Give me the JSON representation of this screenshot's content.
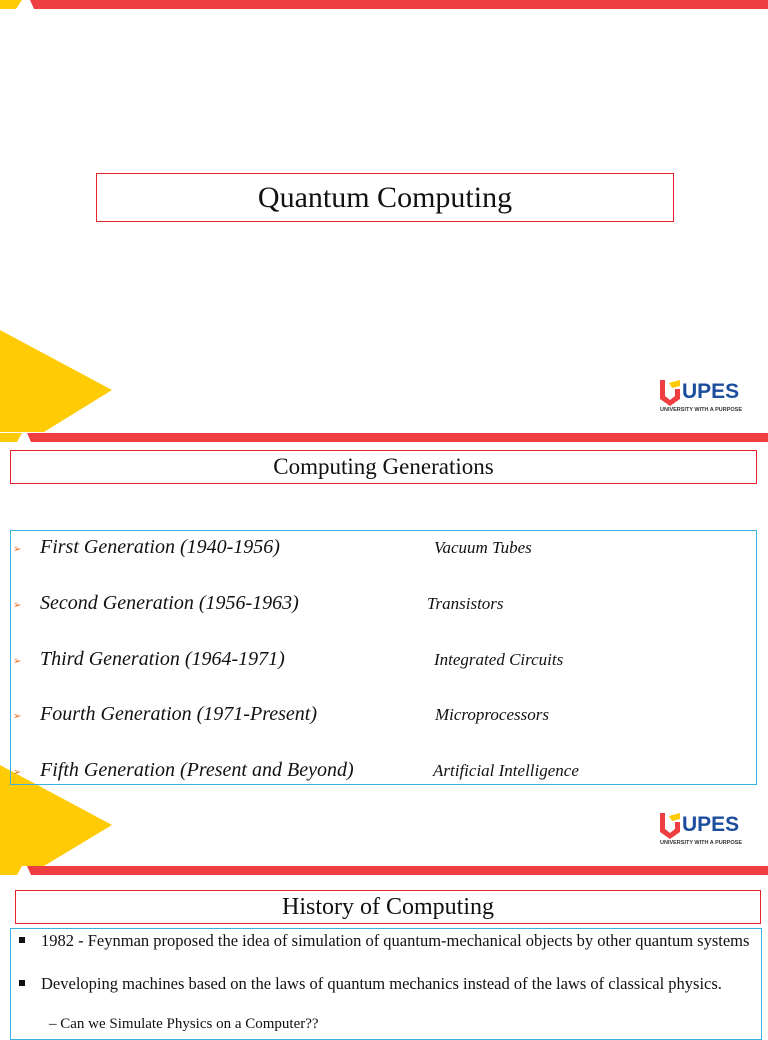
{
  "slides": [
    {
      "title": "Quantum Computing"
    },
    {
      "title": "Computing Generations",
      "generations": [
        {
          "name": "First Generation (1940-1956)",
          "tech": "Vacuum Tubes"
        },
        {
          "name": "Second Generation (1956-1963)",
          "tech": "Transistors"
        },
        {
          "name": "Third Generation (1964-1971)",
          "tech": "Integrated Circuits"
        },
        {
          "name": "Fourth Generation (1971-Present)",
          "tech": "Microprocessors"
        },
        {
          "name": "Fifth Generation (Present and Beyond)",
          "tech": "Artificial Intelligence"
        }
      ]
    },
    {
      "title": "History of Computing",
      "bullets": [
        "1982 - Feynman proposed the idea of simulation of quantum-mechanical objects  by other quantum systems",
        "Developing machines based on the laws  of quantum mechanics instead of the laws of classical physics."
      ],
      "sub_bullet": "Can we Simulate Physics on a Computer??"
    }
  ],
  "logo": {
    "word": "UPES",
    "tagline": "UNIVERSITY WITH A PURPOSE"
  },
  "colors": {
    "red": "#ef3e42",
    "yellow": "#ffcb05",
    "blue_border": "#3ab0e2",
    "logo_blue": "#1d4e9e"
  }
}
